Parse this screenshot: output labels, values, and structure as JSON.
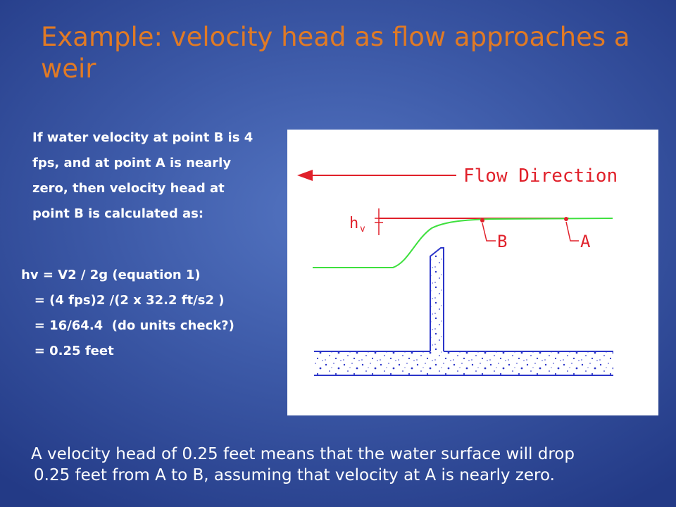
{
  "slide": {
    "title": "Example: velocity head as flow approaches a weir",
    "intro_lines": [
      "If water velocity at point B is 4",
      "fps, and at point A is nearly",
      "zero, then velocity head at",
      "point B is calculated as:"
    ],
    "equations": [
      "hv = V2 / 2g (equation 1)",
      "   = (4 fps)2 /(2 x 32.2 ft/s2 )",
      "   = 16/64.4  (do units check?)",
      "   = 0.25 feet"
    ],
    "conclusion_lines": [
      "A velocity head of 0.25 feet means that the water surface will drop",
      "0.25 feet from A to B, assuming that velocity at A is nearly zero."
    ]
  },
  "diagram": {
    "flow_label": "Flow Direction",
    "hv_label": "h",
    "hv_subscript": "v",
    "point_b_label": "B",
    "point_a_label": "A",
    "colors": {
      "annotation": "#e0202a",
      "water": "#3ee03e",
      "structure": "#2b35c9"
    }
  }
}
